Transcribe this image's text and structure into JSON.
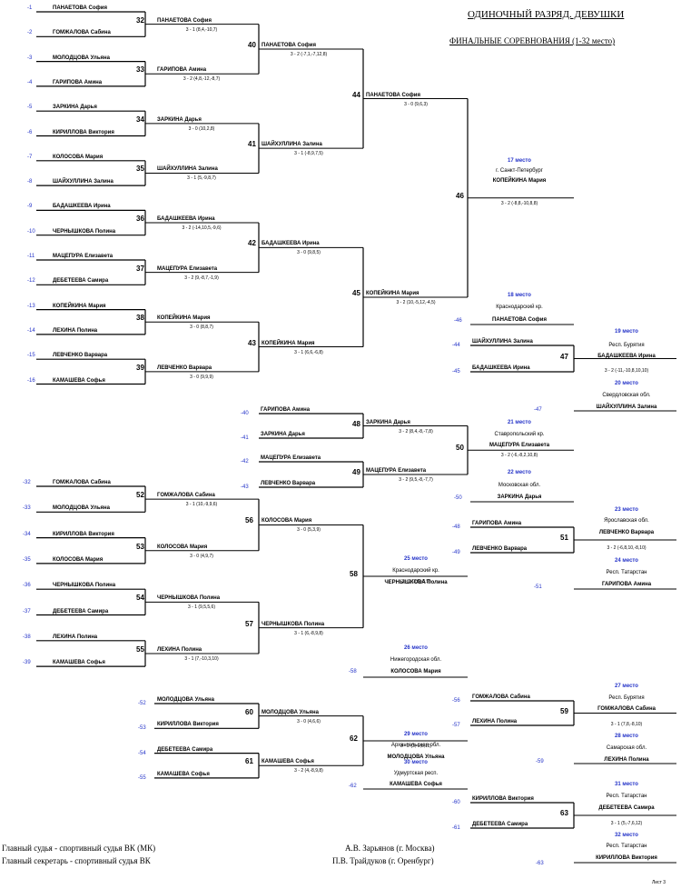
{
  "title": "ОДИНОЧНЫЙ РАЗРЯД. ДЕВУШКИ",
  "subtitle": "ФИНАЛЬНЫЕ СОРЕВНОВАНИЯ (1-32 место)",
  "footer": {
    "judge_role": "Главный судья - спортивный судья ВК (МК)",
    "judge_name": "А.В. Зарьянов (г. Москва)",
    "secretary_role": "Главный секретарь - спортивный судья ВК",
    "secretary_name": "П.В. Трайдуков (г. Оренбург)",
    "sheet": "Лист 3"
  },
  "seeds": [
    {
      "no": "-1",
      "name": "ПАНАЕТОВА София"
    },
    {
      "no": "-2",
      "name": "ГОМЖАЛОВА Сабина"
    },
    {
      "no": "-3",
      "name": "МОЛОДЦОВА Ульяна"
    },
    {
      "no": "-4",
      "name": "ГАРИПОВА Амина"
    },
    {
      "no": "-5",
      "name": "ЗАРКИНА Дарья"
    },
    {
      "no": "-6",
      "name": "КИРИЛЛОВА Виктория"
    },
    {
      "no": "-7",
      "name": "КОЛОСОВА Мария"
    },
    {
      "no": "-8",
      "name": "ШАЙХУЛЛИНА Залина"
    },
    {
      "no": "-9",
      "name": "БАДАШКЕЕВА Ирина"
    },
    {
      "no": "-10",
      "name": "ЧЕРНЫШКОВА Полина"
    },
    {
      "no": "-11",
      "name": "МАЦЕПУРА Елизавета"
    },
    {
      "no": "-12",
      "name": "ДЕБЕТЕЕВА Самира"
    },
    {
      "no": "-13",
      "name": "КОПЕЙКИНА Мария"
    },
    {
      "no": "-14",
      "name": "ЛЕХИНА Полина"
    },
    {
      "no": "-15",
      "name": "ЛЕВЧЕНКО Варвара"
    },
    {
      "no": "-16",
      "name": "КАМАШЕВА Софья"
    }
  ],
  "r1": [
    {
      "no": "32",
      "winner": "ПАНАЕТОВА София",
      "score": "3 - 1 (8,4,-10,7)"
    },
    {
      "no": "33",
      "winner": "ГАРИПОВА Амина",
      "score": "3 - 2 (4,8,-12,-8,7)"
    },
    {
      "no": "34",
      "winner": "ЗАРКИНА Дарья",
      "score": "3 - 0 (10,2,8)"
    },
    {
      "no": "35",
      "winner": "ШАЙХУЛЛИНА Залина",
      "score": "3 - 1 (5,-9,8,7)"
    },
    {
      "no": "36",
      "winner": "БАДАШКЕЕВА Ирина",
      "score": "3 - 2 (-14,10,5,-9,6)"
    },
    {
      "no": "37",
      "winner": "МАЦЕПУРА Елизавета",
      "score": "3 - 2 (9,-8,7,-1,9)"
    },
    {
      "no": "38",
      "winner": "КОПЕЙКИНА Мария",
      "score": "3 - 0 (8,8,7)"
    },
    {
      "no": "39",
      "winner": "ЛЕВЧЕНКО Варвара",
      "score": "3 - 0 (9,9,9)"
    }
  ],
  "r2": [
    {
      "no": "40",
      "winner": "ПАНАЕТОВА София",
      "score": "3 - 2 (-7,1,-7,12,8)"
    },
    {
      "no": "41",
      "winner": "ШАЙХУЛЛИНА Залина",
      "score": "3 - 1 (-8,9,7,5)"
    },
    {
      "no": "42",
      "winner": "БАДАШКЕЕВА Ирина",
      "score": "3 - 0 (9,8,5)"
    },
    {
      "no": "43",
      "winner": "КОПЕЙКИНА Мария",
      "score": "3 - 1 (6,6,-6,8)"
    }
  ],
  "r3": [
    {
      "no": "44",
      "winner": "ПАНАЕТОВА София",
      "score": "3 - 0 (9,6,3)"
    },
    {
      "no": "45",
      "winner": "КОПЕЙКИНА Мария",
      "score": "3 - 2 (10,-5,12,-4,5)"
    }
  ],
  "final": {
    "no": "46",
    "place": "17 место",
    "region": "г. Санкт-Петербург",
    "winner": "КОПЕЙКИНА Мария",
    "score": "3 - 2 (-8,8,-10,8,8)"
  },
  "p18": {
    "no": "-46",
    "place": "18 место",
    "region": "Краснодарский кр.",
    "name": "ПАНАЕТОВА София"
  },
  "m47": {
    "no": "47",
    "p1n": "-44",
    "p1": "ШАЙХУЛЛИНА Залина",
    "p2n": "-45",
    "p2": "БАДАШКЕЕВА Ирина",
    "place": "19 место",
    "region": "Респ. Бурятия",
    "winner": "БАДАШКЕЕВА Ирина",
    "score": "3 - 2 (-11,-10,8,10,10)",
    "lose_no": "-47",
    "lplace": "20 место",
    "lregion": "Свердловская обл.",
    "loser": "ШАЙХУЛЛИНА Залина"
  },
  "l48": {
    "p1n": "-40",
    "p1": "ГАРИПОВА Амина",
    "p2n": "-41",
    "p2": "ЗАРКИНА Дарья",
    "no": "48",
    "winner": "ЗАРКИНА Дарья",
    "score": "3 - 2 (8,4,-8,-7,8)"
  },
  "l49": {
    "p1n": "-42",
    "p1": "МАЦЕПУРА Елизавета",
    "p2n": "-43",
    "p2": "ЛЕВЧЕНКО Варвара",
    "no": "49",
    "winner": "МАЦЕПУРА Елизавета",
    "score": "3 - 2 (9,5,-8,-7,7)"
  },
  "m50": {
    "no": "50",
    "place": "21 место",
    "region": "Ставропольский кр.",
    "winner": "МАЦЕПУРА Елизавета",
    "score": "3 - 2 (-6,-8,2,10,8)",
    "lose_no": "-50",
    "lplace": "22 место",
    "lregion": "Московская обл.",
    "loser": "ЗАРКИНА Дарья"
  },
  "m51": {
    "no": "51",
    "p1n": "-48",
    "p1": "ГАРИПОВА Амина",
    "p2n": "-49",
    "p2": "ЛЕВЧЕНКО Варвара",
    "place": "23 место",
    "region": "Ярославская обл.",
    "winner": "ЛЕВЧЕНКО Варвара",
    "score": "3 - 2 (-6,8,10,-8,10)",
    "lose_no": "-51",
    "lplace": "24 место",
    "lregion": "Респ. Татарстан",
    "loser": "ГАРИПОВА Амина"
  },
  "c_seeds": [
    {
      "no": "-32",
      "name": "ГОМЖАЛОВА Сабина"
    },
    {
      "no": "-33",
      "name": "МОЛОДЦОВА Ульяна"
    },
    {
      "no": "-34",
      "name": "КИРИЛЛОВА Виктория"
    },
    {
      "no": "-35",
      "name": "КОЛОСОВА Мария"
    },
    {
      "no": "-36",
      "name": "ЧЕРНЫШКОВА Полина"
    },
    {
      "no": "-37",
      "name": "ДЕБЕТЕЕВА Самира"
    },
    {
      "no": "-38",
      "name": "ЛЕХИНА Полина"
    },
    {
      "no": "-39",
      "name": "КАМАШЕВА Софья"
    }
  ],
  "c_r1": [
    {
      "no": "52",
      "winner": "ГОМЖАЛОВА Сабина",
      "score": "3 - 1 (10,-9,9,6)"
    },
    {
      "no": "53",
      "winner": "КОЛОСОВА Мария",
      "score": "3 - 0 (4,9,7)"
    },
    {
      "no": "54",
      "winner": "ЧЕРНЫШКОВА Полина",
      "score": "3 - 1 (9,5,5,6)"
    },
    {
      "no": "55",
      "winner": "ЛЕХИНА Полина",
      "score": "3 - 1 (7,-10,3,10)"
    }
  ],
  "c_r2": [
    {
      "no": "56",
      "winner": "КОЛОСОВА Мария",
      "score": "3 - 0 (5,3,9)"
    },
    {
      "no": "57",
      "winner": "ЧЕРНЫШКОВА Полина",
      "score": "3 - 1 (6,-8,9,8)"
    }
  ],
  "m58": {
    "no": "58",
    "place": "25 место",
    "region": "Краснодарский кр.",
    "winner": "ЧЕРНЫШКОВА Полина",
    "score": "3 - 1 (3,5,-8,5)",
    "lose_no": "-58",
    "lplace": "26 место",
    "lregion": "Нижегородская обл.",
    "loser": "КОЛОСОВА Мария"
  },
  "m59": {
    "no": "59",
    "p1n": "-56",
    "p1": "ГОМЖАЛОВА Сабина",
    "p2n": "-57",
    "p2": "ЛЕХИНА Полина",
    "place": "27 место",
    "region": "Респ. Бурятия",
    "winner": "ГОМЖАЛОВА Сабина",
    "score": "3 - 1 (7,8,-8,10)",
    "lose_no": "-59",
    "lplace": "28 место",
    "lregion": "Самарская обл.",
    "loser": "ЛЕХИНА Полина"
  },
  "d_seeds": [
    {
      "no": "-52",
      "name": "МОЛОДЦОВА Ульяна"
    },
    {
      "no": "-53",
      "name": "КИРИЛЛОВА Виктория"
    },
    {
      "no": "-54",
      "name": "ДЕБЕТЕЕВА Самира"
    },
    {
      "no": "-55",
      "name": "КАМАШЕВА Софья"
    }
  ],
  "d_r1": [
    {
      "no": "60",
      "winner": "МОЛОДЦОВА Ульяна",
      "score": "3 - 0 (4,6,6)"
    },
    {
      "no": "61",
      "winner": "КАМАШЕВА Софья",
      "score": "3 - 2 (4,-8,9,8)"
    }
  ],
  "m62": {
    "no": "62",
    "place": "29 место",
    "region": "Архангельская обл.",
    "winner": "МОЛОДЦОВА Ульяна",
    "score": "3 - 2 (3,-9,8,11)",
    "lose_no": "-62",
    "lplace": "30 место",
    "lregion": "Удмуртская респ.",
    "loser": "КАМАШЕВА Софья"
  },
  "m63": {
    "no": "63",
    "p1n": "-60",
    "p1": "КИРИЛЛОВА Виктория",
    "p2n": "-61",
    "p2": "ДЕБЕТЕЕВА Самира",
    "place": "31 место",
    "region": "Респ. Татарстан",
    "winner": "ДЕБЕТЕЕВА Самира",
    "score": "3 - 1 (5,-7,6,12)",
    "lose_no": "-63",
    "lplace": "32 место",
    "lregion": "Респ. Татарстан",
    "loser": "КИРИЛЛОВА Виктория"
  }
}
